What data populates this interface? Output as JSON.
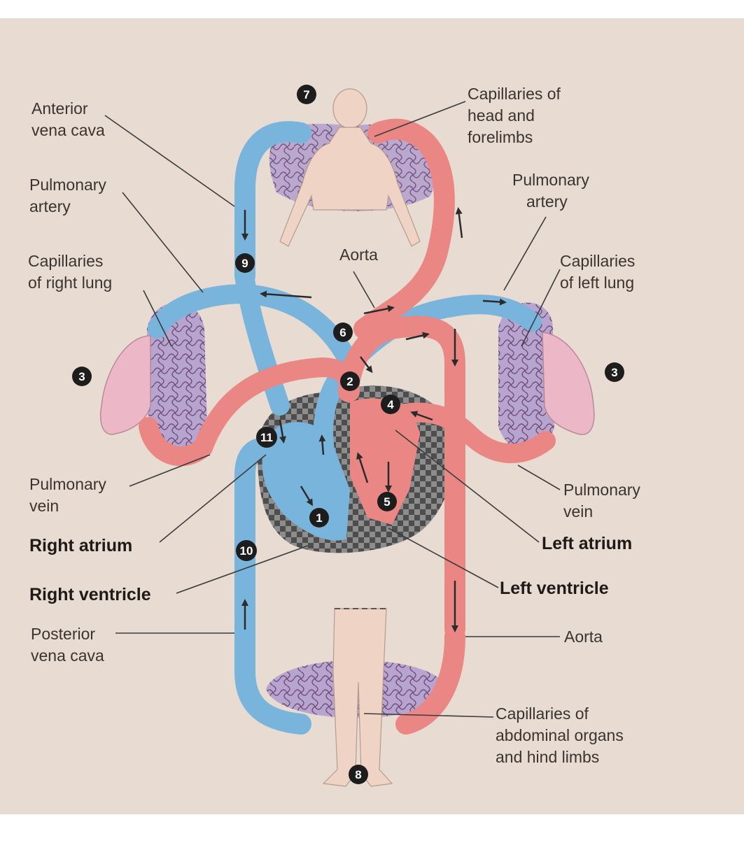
{
  "labels": {
    "anterior_vena_cava": [
      "Anterior",
      "vena cava"
    ],
    "pulmonary_artery_left_side": [
      "Pulmonary",
      "artery"
    ],
    "capillaries_right_lung": [
      "Capillaries",
      "of right lung"
    ],
    "pulmonary_vein_left_side": [
      "Pulmonary",
      "vein"
    ],
    "right_atrium": "Right atrium",
    "right_ventricle": "Right ventricle",
    "posterior_vena_cava": [
      "Posterior",
      "vena cava"
    ],
    "capillaries_head": [
      "Capillaries of",
      "head and",
      "forelimbs"
    ],
    "pulmonary_artery_right_side": [
      "Pulmonary",
      "artery"
    ],
    "aorta_top": "Aorta",
    "capillaries_left_lung": [
      "Capillaries",
      "of left lung"
    ],
    "pulmonary_vein_right_side": [
      "Pulmonary",
      "vein"
    ],
    "left_atrium": "Left atrium",
    "left_ventricle": "Left ventricle",
    "aorta_bottom": "Aorta",
    "capillaries_abdominal": [
      "Capillaries of",
      "abdominal organs",
      "and hind limbs"
    ]
  },
  "numbers": {
    "n1": "1",
    "n2": "2",
    "n3_left": "3",
    "n3_right": "3",
    "n4": "4",
    "n5": "5",
    "n6": "6",
    "n7": "7",
    "n8": "8",
    "n9": "9",
    "n10": "10",
    "n11": "11"
  },
  "colors": {
    "oxygen_poor_blood": "#79b4dc",
    "oxygen_rich_blood": "#ea8784",
    "capillary_bed": "#b7a3cc",
    "lung": "#ecb8c8",
    "body_figure": "#efd4c6",
    "heart_tissue": "#6e6e6e",
    "paper": "#e8dcd2"
  }
}
